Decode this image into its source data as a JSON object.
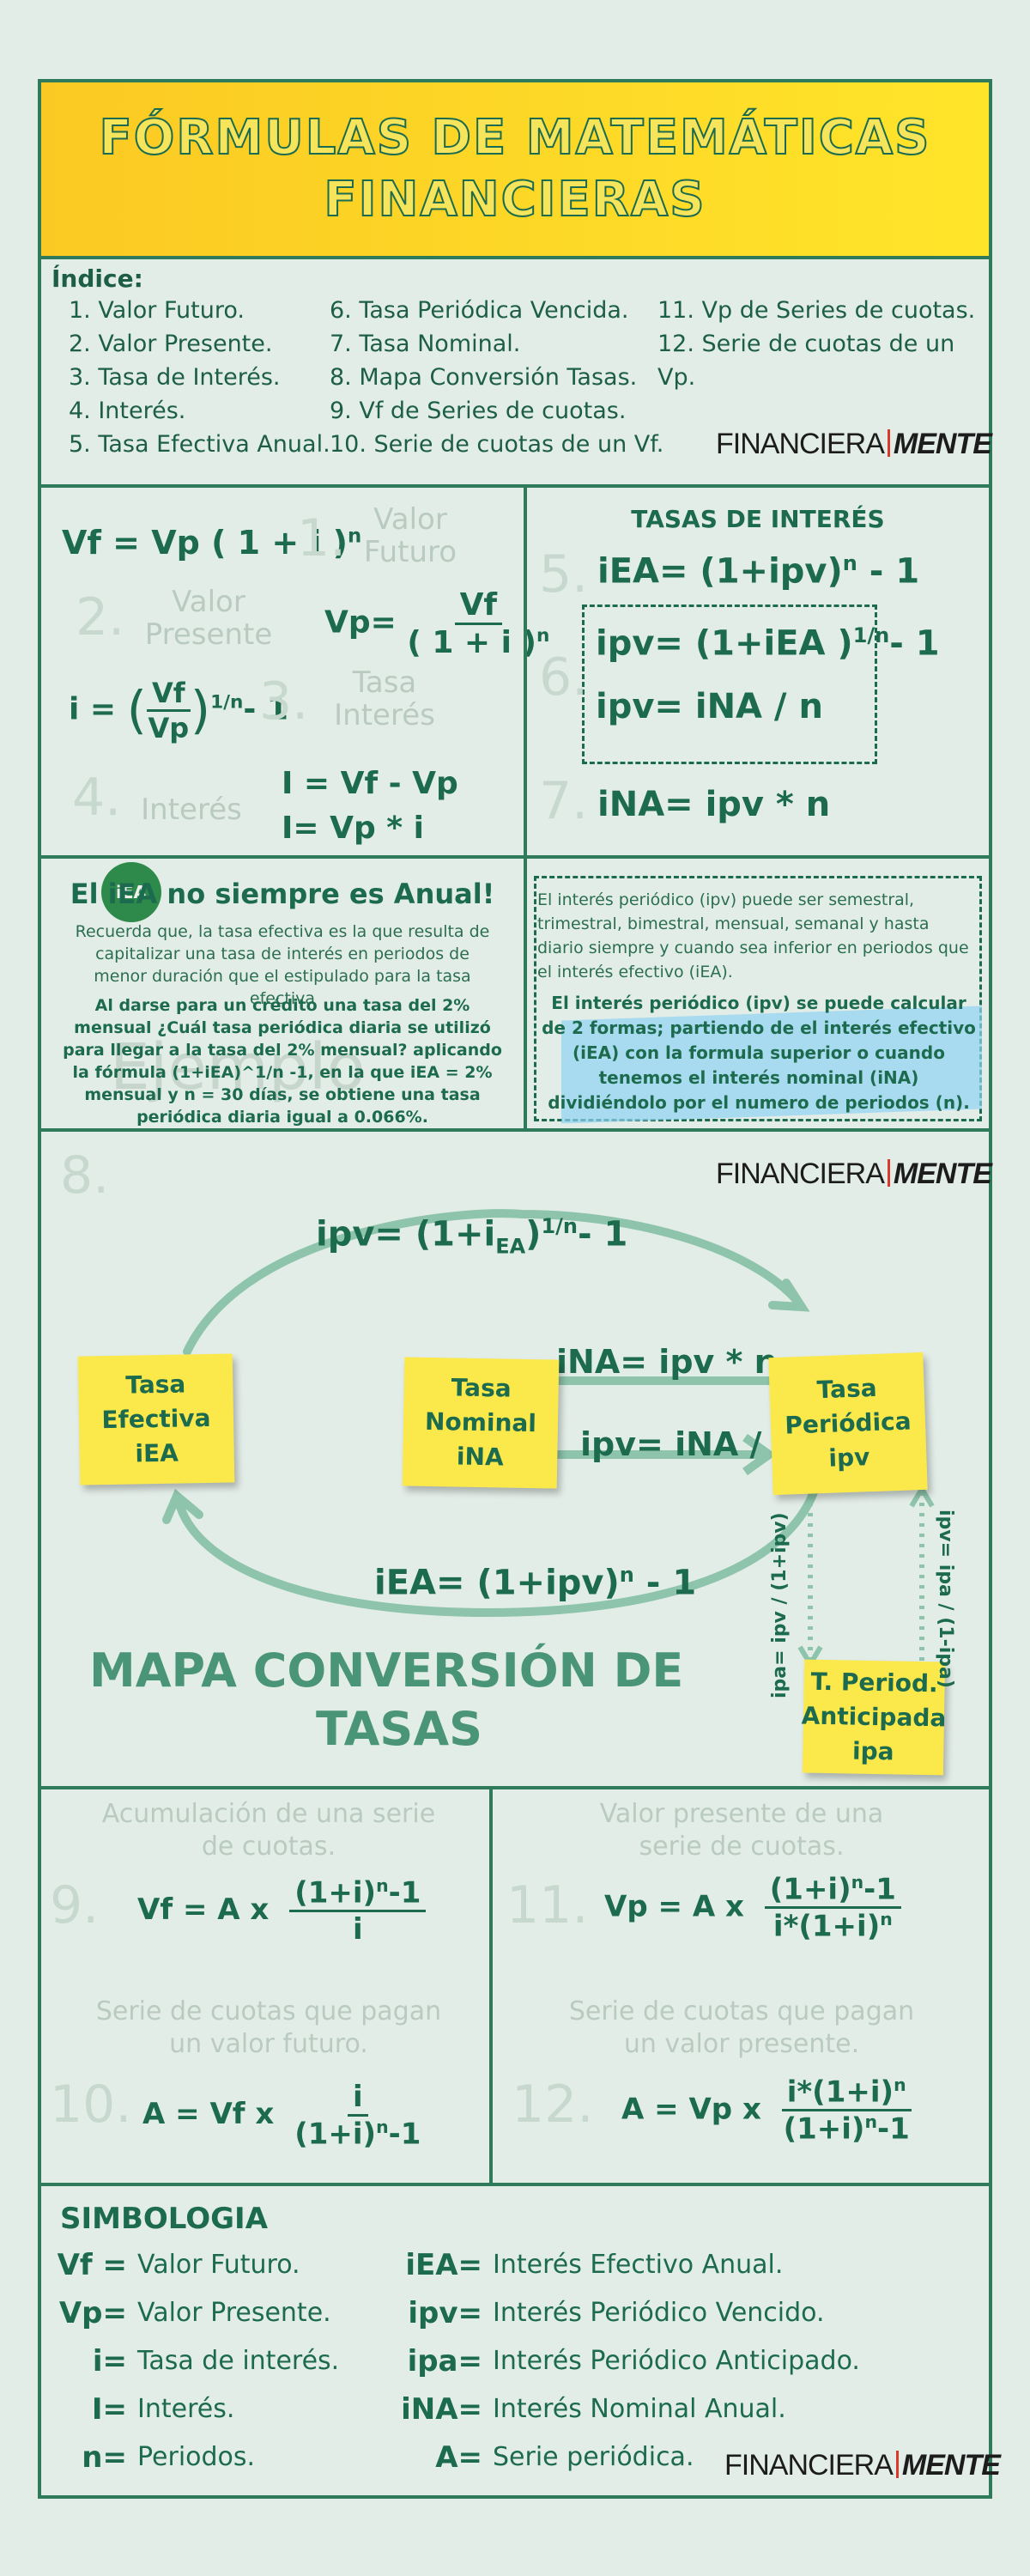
{
  "header": {
    "line1": "FÓRMULAS DE MATEMÁTICAS",
    "line2": "FINANCIERAS"
  },
  "index": {
    "title": "Índice:",
    "col1": [
      "1. Valor Futuro.",
      "2. Valor Presente.",
      "3. Tasa de Interés.",
      "4. Interés.",
      "5. Tasa Efectiva Anual."
    ],
    "col2": [
      "6. Tasa Periódica Vencida.",
      "7. Tasa Nominal.",
      "8. Mapa Conversión Tasas.",
      "9. Vf de Series de cuotas.",
      "10. Serie de cuotas de un Vf."
    ],
    "col3": [
      "11. Vp de Series de cuotas.",
      "12. Serie de cuotas de un Vp."
    ]
  },
  "logo": {
    "part1": "FINANCIERA",
    "part2": "MENTE"
  },
  "basic": {
    "n1": "1.",
    "t1": "Valor\nFuturo",
    "n2": "2.",
    "t2": "Valor\nPresente",
    "n3": "3.",
    "t3": "Tasa\nInterés",
    "n4": "4.",
    "t4": "Interés",
    "f1": "Vf = Vp ( 1 + i )",
    "f1_exp": "n",
    "f2_left": "Vp=",
    "f2_num": "Vf",
    "f2_den": "( 1 + i )",
    "f2_exp": "n",
    "f3_left": "i =",
    "f3_num": "Vf",
    "f3_den": "Vp",
    "f3_exp": "1/n",
    "f3_tail": "- 1",
    "f4a": "I = Vf - Vp",
    "f4b": "I= Vp * i"
  },
  "rates": {
    "title": "TASAS DE INTERÉS",
    "n5": "5.",
    "f5": "iEA= (1+ipv)",
    "f5_exp": "n",
    "f5_tail": " - 1",
    "n6": "6.",
    "f6a": "ipv= (1+iEA )",
    "f6a_exp": "1/n",
    "f6a_tail": "- 1",
    "f6b": "ipv= iNA / n",
    "n7": "7.",
    "f7": "iNA= ipv * n"
  },
  "annual": {
    "title": "El iEA no siempre es Anual!",
    "badge": "iEA",
    "p1": "Recuerda que, la tasa efectiva es la que resulta de capitalizar una tasa de interés en periodos de menor duración que el estipulado para la tasa efectiva",
    "p2": "Al darse para un crédito una tasa del 2% mensual ¿Cuál tasa periódica diaria se utilizó para llegar a la tasa del 2% mensual? aplicando la fórmula (1+iEA)^1/n -1, en la que iEA = 2% mensual y n = 30 días, se obtiene una tasa periódica diaria igual a 0.066%.",
    "watermark": "Ejemplo"
  },
  "periodic": {
    "p1": "El interés periódico (ipv) puede ser semestral, trimestral, bimestral, mensual, semanal y hasta diario siempre y cuando sea inferior en periodos que el interés efectivo (iEA).",
    "p2": "El interés periódico (ipv) se puede calcular de 2 formas; partiendo de el interés efectivo (iEA) con la formula superior o cuando tenemos el interés nominal (iNA) dividiéndolo por el numero de periodos (n)."
  },
  "map": {
    "n8": "8.",
    "top": "ipv= (1+i",
    "top_sub": "EA",
    "top_exp": "1/n",
    "top_tail": "- 1",
    "mid1": "iNA= ipv * n",
    "mid2": "ipv= iNA / n",
    "bottom": "iEA= (1+ipv)",
    "bottom_exp": "n",
    "bottom_tail": " - 1",
    "s1": "Tasa\nEfectiva\niEA",
    "s2": "Tasa\nNominal\niNA",
    "s3": "Tasa\nPeriódica\nipv",
    "s4": "T. Period.\nAnticipada\nipa",
    "v1": "ipa= ipv / (1+ipv)",
    "v2": "ipv= ipa / (1-ipa)",
    "title1": "MAPA CONVERSIÓN DE",
    "title2": "TASAS"
  },
  "series": {
    "t9": "Acumulación de una serie\nde cuotas.",
    "n9": "9.",
    "f9_left": "Vf = A x",
    "f9_num": "(1+i)",
    "f9_num_exp": "n",
    "f9_num_tail": "-1",
    "f9_den": "i",
    "t10": "Serie de cuotas que pagan\nun valor futuro.",
    "n10": "10.",
    "f10_left": "A = Vf x",
    "f10_num": "i",
    "f10_den": "(1+i)",
    "f10_den_exp": "n",
    "f10_den_tail": "-1",
    "t11": "Valor presente de una\nserie de cuotas.",
    "n11": "11.",
    "f11_left": "Vp = A x",
    "f11_num": "(1+i)",
    "f11_num_exp": "n",
    "f11_num_tail": "-1",
    "f11_den": "i*(1+i)",
    "f11_den_exp": "n",
    "t12": "Serie de cuotas que pagan\nun valor presente.",
    "n12": "12.",
    "f12_left": "A = Vp x",
    "f12_num": "i*(1+i)",
    "f12_num_exp": "n",
    "f12_den": "(1+i)",
    "f12_den_exp": "n",
    "f12_den_tail": "-1"
  },
  "symbols": {
    "title": "SIMBOLOGIA",
    "left": [
      [
        "Vf =",
        "Valor Futuro."
      ],
      [
        "Vp=",
        "Valor Presente."
      ],
      [
        "i=",
        "Tasa de interés."
      ],
      [
        "I=",
        "Interés."
      ],
      [
        "n=",
        "Periodos."
      ]
    ],
    "right": [
      [
        "iEA=",
        "Interés Efectivo Anual."
      ],
      [
        "ipv=",
        "Interés Periódico Vencido."
      ],
      [
        "ipa=",
        "Interés Periódico Anticipado."
      ],
      [
        "iNA=",
        "Interés Nominal Anual."
      ],
      [
        "A=",
        "Serie periódica."
      ]
    ]
  },
  "colors": {
    "green": "#1d6b4e",
    "yellow": "#fbe94c",
    "bg": "#e3ede8"
  }
}
